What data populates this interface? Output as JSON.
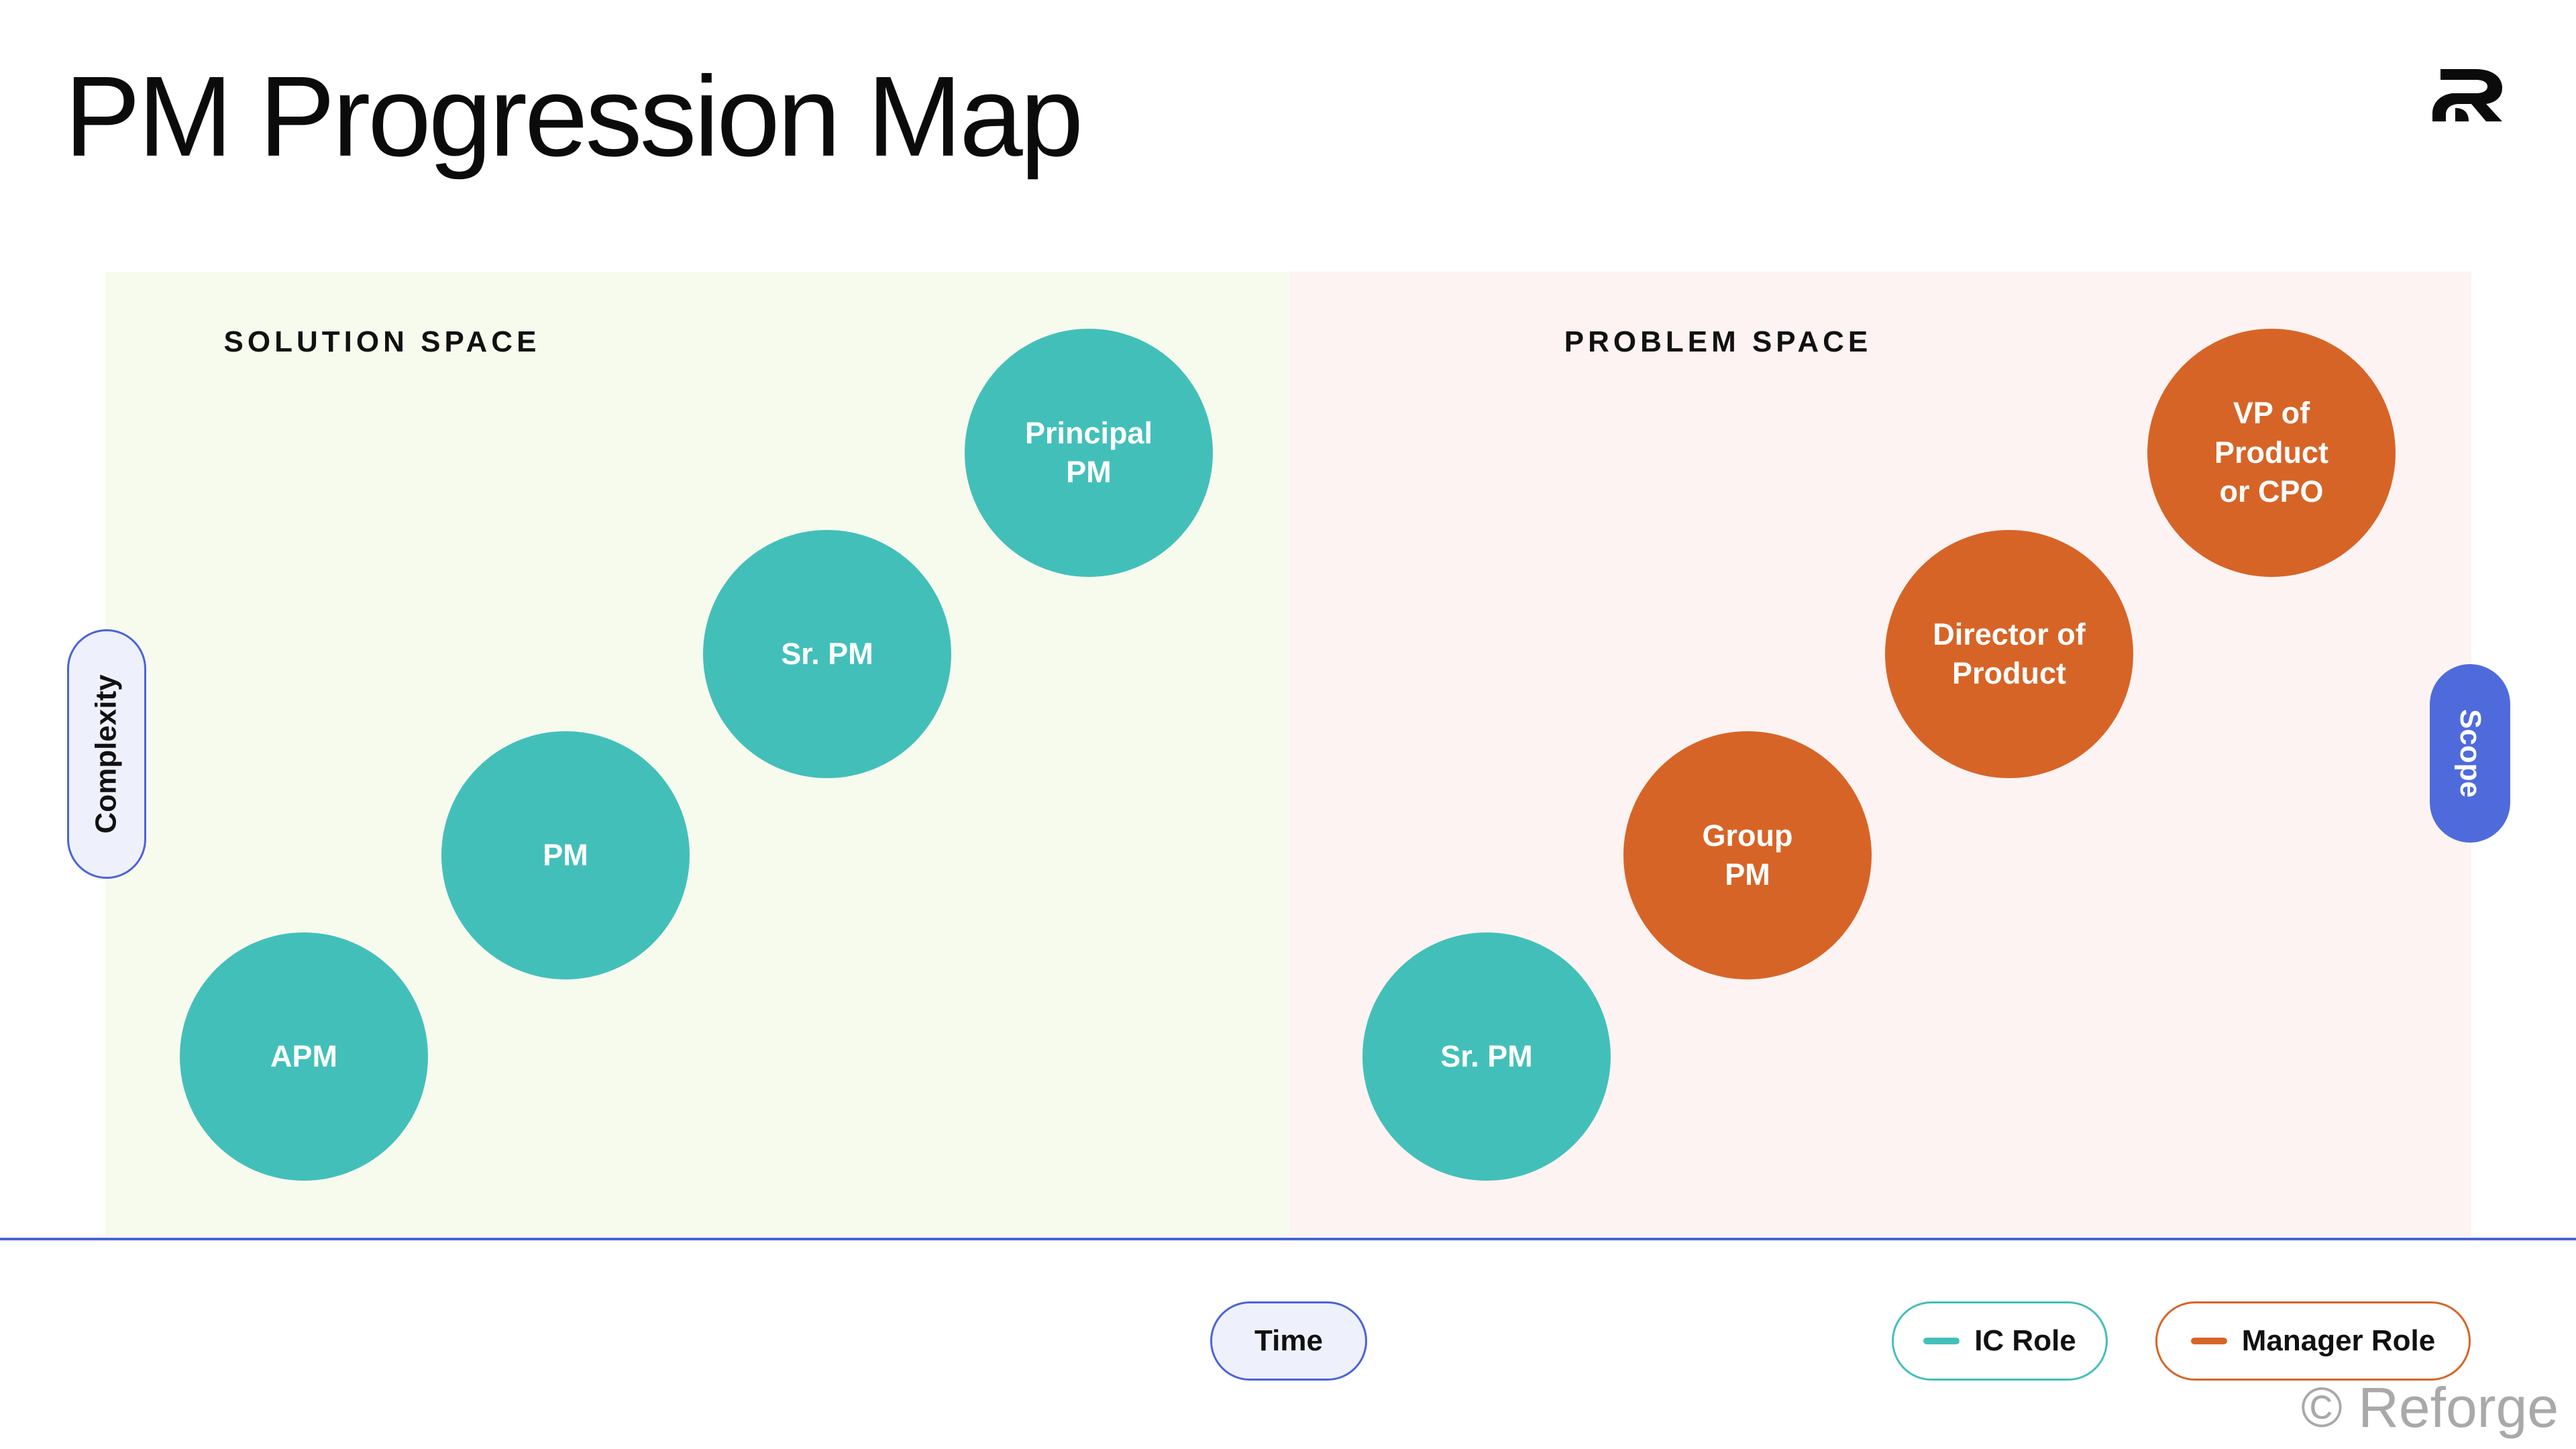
{
  "title": "PM Progression Map",
  "logo_icon": "reforge-logo-icon",
  "regions": {
    "solution": {
      "label": "SOLUTION SPACE",
      "color": "#f7fbee"
    },
    "problem": {
      "label": "PROBLEM SPACE",
      "color": "#fdf3f2"
    }
  },
  "nodes": {
    "apm": {
      "label": "APM",
      "role": "ic"
    },
    "pm": {
      "label": "PM",
      "role": "ic"
    },
    "sr_pm_solution": {
      "label": "Sr. PM",
      "role": "ic"
    },
    "principal_pm": {
      "label": "Principal\nPM",
      "role": "ic"
    },
    "sr_pm_problem": {
      "label": "Sr. PM",
      "role": "ic"
    },
    "group_pm": {
      "label": "Group\nPM",
      "role": "manager"
    },
    "director": {
      "label": "Director of\nProduct",
      "role": "manager"
    },
    "vp": {
      "label": "VP of\nProduct\nor CPO",
      "role": "manager"
    }
  },
  "axes": {
    "vertical_left": "Complexity",
    "vertical_right": "Scope",
    "horizontal": "Time"
  },
  "legend": {
    "ic": {
      "label": "IC Role",
      "color": "#43bfba"
    },
    "manager": {
      "label": "Manager Role",
      "color": "#d76427"
    }
  },
  "axis_color": "#4b63d8",
  "copyright": "© Reforge"
}
